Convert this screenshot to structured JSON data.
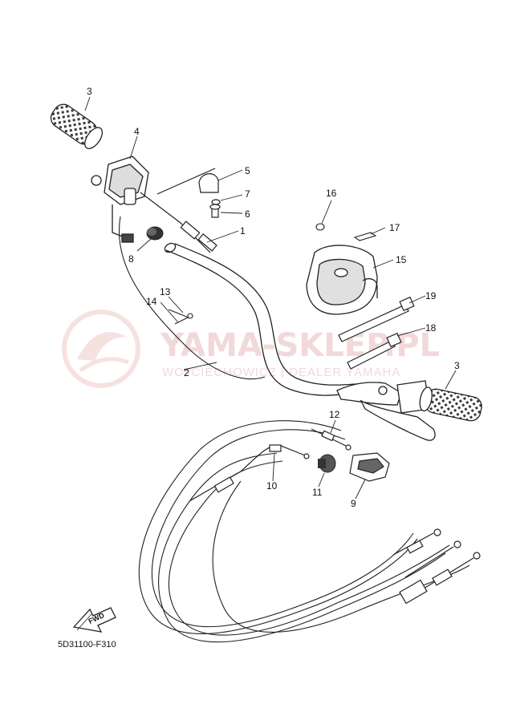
{
  "watermark": {
    "title": "YAMA-SKLEP.PL",
    "subtitle": "WOJCIECHOWICZ | DEALER YAMAHA",
    "color": "#f2d5d5"
  },
  "fwd_label": "FWD",
  "diagram_code": "5D31100-F310",
  "callouts": {
    "c1": "1",
    "c2": "2",
    "c3a": "3",
    "c3b": "3",
    "c4": "4",
    "c5": "5",
    "c6": "6",
    "c7": "7",
    "c8": "8",
    "c9": "9",
    "c10": "10",
    "c11": "11",
    "c12": "12",
    "c13": "13",
    "c14": "14",
    "c15": "15",
    "c16": "16",
    "c17": "17",
    "c18": "18",
    "c19": "19"
  },
  "colors": {
    "line": "#222222",
    "grip": "#4a4a4a"
  }
}
